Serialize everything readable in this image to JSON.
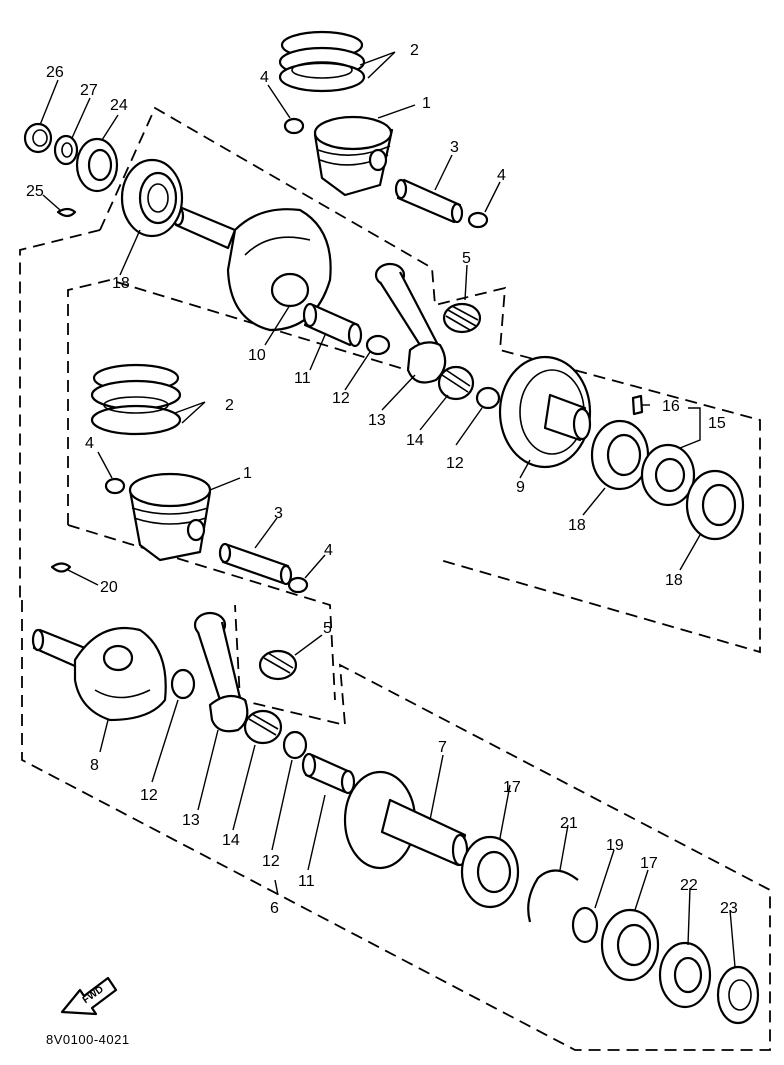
{
  "diagram": {
    "code": "8V0100-4021",
    "direction_label": "FWD",
    "callouts": [
      "1",
      "2",
      "3",
      "4",
      "5",
      "6",
      "7",
      "8",
      "9",
      "10",
      "11",
      "12",
      "13",
      "14",
      "15",
      "16",
      "17",
      "18",
      "19",
      "20",
      "21",
      "22",
      "23",
      "24",
      "25",
      "26",
      "27"
    ]
  }
}
